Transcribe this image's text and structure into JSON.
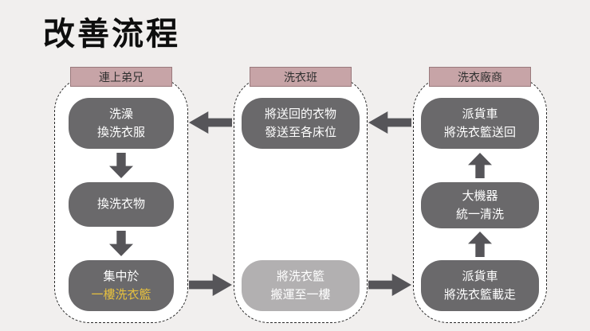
{
  "title": "改善流程",
  "colors": {
    "background": "#f1efee",
    "header_fill": "#c7a4a7",
    "dark_box": "#6a696b",
    "light_box": "#b2b0b1",
    "arrow": "#565559",
    "highlight_text": "#e7c13e"
  },
  "columns": [
    {
      "header": "連上弟兄",
      "boxes": [
        {
          "lines": [
            "洗澡",
            "換洗衣服"
          ]
        },
        {
          "lines": [
            "換洗衣物"
          ]
        },
        {
          "lines": [
            "集中於",
            "一樓洗衣籃"
          ]
        }
      ]
    },
    {
      "header": "洗衣班",
      "boxes": [
        {
          "lines": [
            "將送回的衣物",
            "發送至各床位"
          ]
        },
        {
          "lines": [
            "將洗衣籃",
            "搬運至一樓"
          ]
        }
      ]
    },
    {
      "header": "洗衣廠商",
      "boxes": [
        {
          "lines": [
            "派貨車",
            "將洗衣籃送回"
          ]
        },
        {
          "lines": [
            "大機器",
            "統一清洗"
          ]
        },
        {
          "lines": [
            "派貨車",
            "將洗衣籃載走"
          ]
        }
      ]
    }
  ]
}
